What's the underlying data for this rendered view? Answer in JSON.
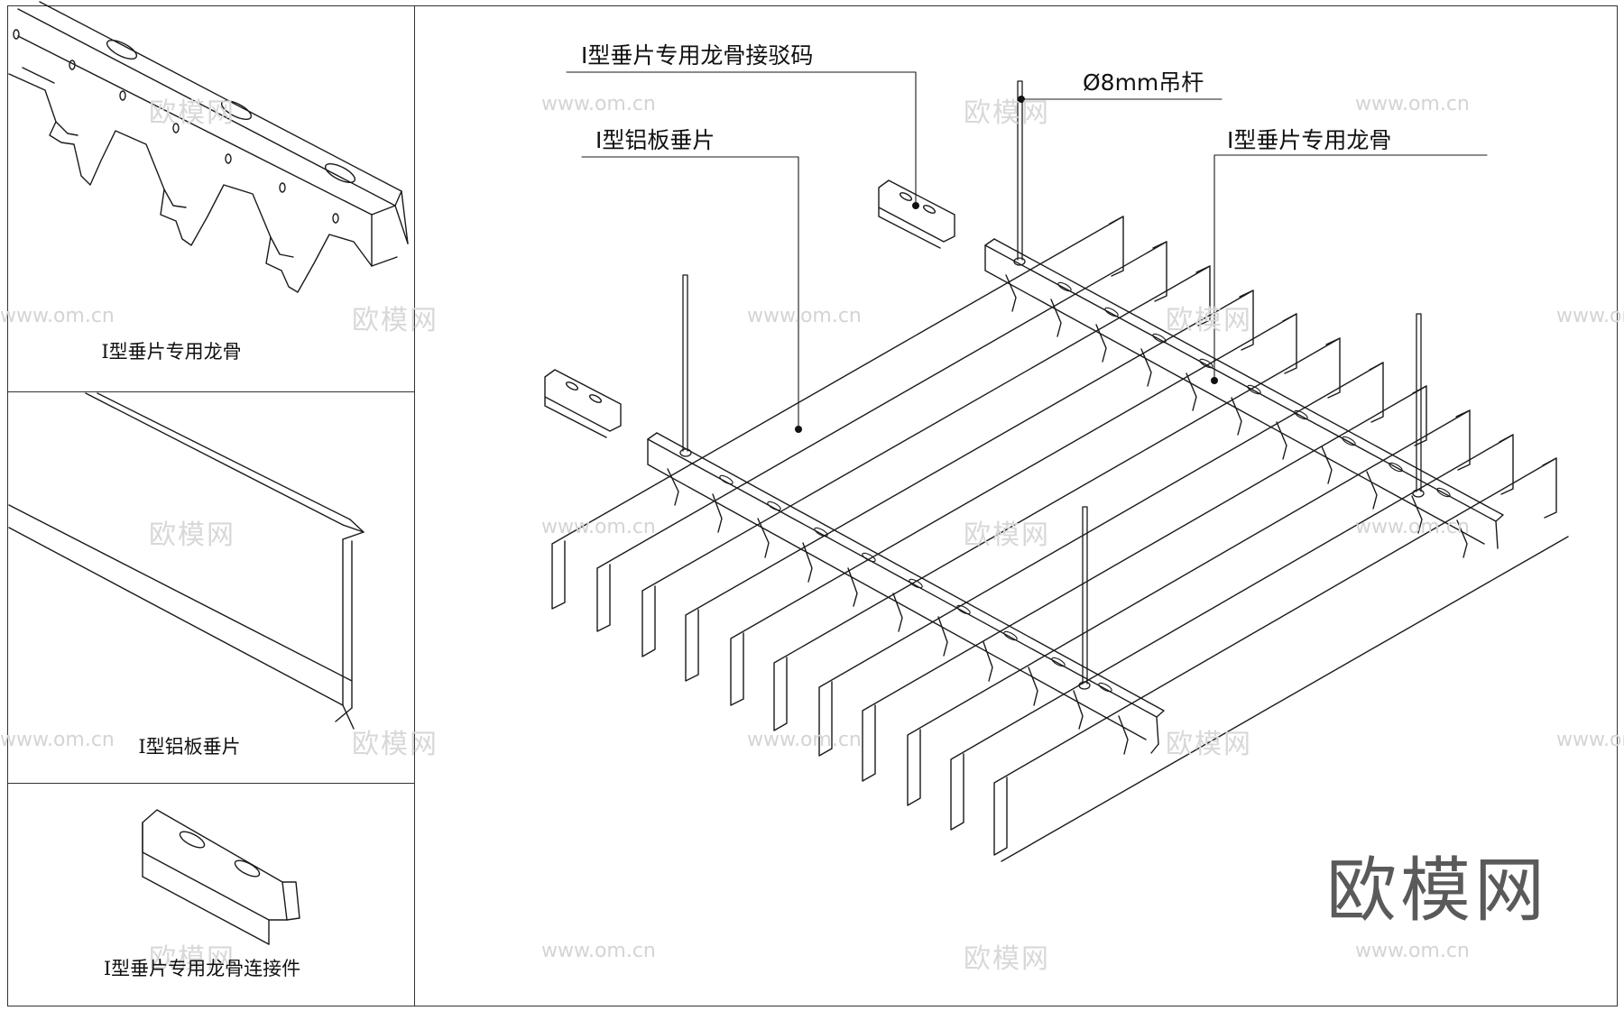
{
  "panels": [
    {
      "label": "I型垂片专用龙骨"
    },
    {
      "label": "I型铝板垂片"
    },
    {
      "label": "I型垂片专用龙骨连接件"
    }
  ],
  "callouts": {
    "connector": "I型垂片专用龙骨接驳码",
    "rod": "Ø8mm吊杆",
    "panel": "I型铝板垂片",
    "keel": "I型垂片专用龙骨"
  },
  "watermark": {
    "url": "www.om.cn",
    "brand": "欧模网"
  },
  "brand_logo": "欧模网"
}
